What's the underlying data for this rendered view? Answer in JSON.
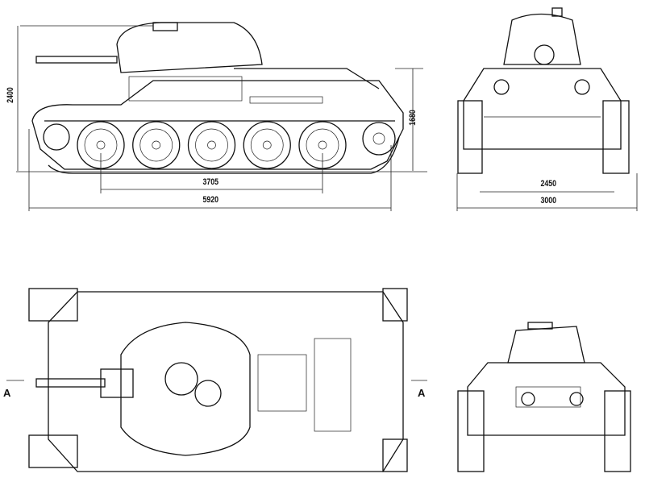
{
  "side_view": {
    "dimensions": {
      "height_overall": "2400",
      "hull_height": "1680",
      "wheelbase": "3705",
      "length_overall": "5920"
    },
    "road_wheel_count": 5
  },
  "front_view": {
    "dimensions": {
      "track_centers": "2450",
      "width_overall": "3000"
    }
  },
  "top_view": {
    "section_marker_left": "A",
    "section_marker_right": "A"
  },
  "colors": {
    "ink": "#111111",
    "paper": "#ffffff"
  }
}
